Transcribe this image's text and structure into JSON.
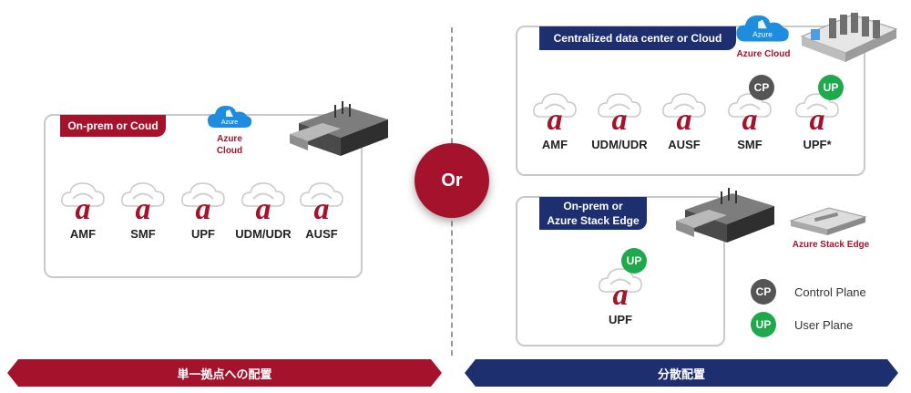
{
  "left_panel": {
    "tag": "On-prem or Coud",
    "azure": {
      "badge": "Azure",
      "caption_line1": "Azure",
      "caption_line2": "Cloud"
    },
    "functions": [
      "AMF",
      "SMF",
      "UPF",
      "UDM/UDR",
      "AUSF"
    ]
  },
  "or_label": "Or",
  "right_top_panel": {
    "tag": "Centralized data center or Cloud",
    "azure": {
      "badge": "Azure",
      "caption": "Azure Cloud"
    },
    "functions": [
      "AMF",
      "UDM/UDR",
      "AUSF",
      "SMF",
      "UPF*"
    ],
    "smf_badge": "CP",
    "upf_badge": "UP"
  },
  "right_bottom_panel": {
    "tag_line1": "On-prem or",
    "tag_line2": "Azure Stack Edge",
    "stack_edge_caption": "Azure Stack Edge",
    "function": "UPF",
    "upf_badge": "UP"
  },
  "legend": [
    {
      "badge": "CP",
      "label": "Control Plane",
      "color": "#555555"
    },
    {
      "badge": "UP",
      "label": "User Plane",
      "color": "#1ea94c"
    }
  ],
  "bottom_bars": {
    "left": {
      "label": "単一拠点への配置",
      "color": "#a5122c"
    },
    "right": {
      "label": "分散配置",
      "color": "#1d2f6e"
    }
  }
}
